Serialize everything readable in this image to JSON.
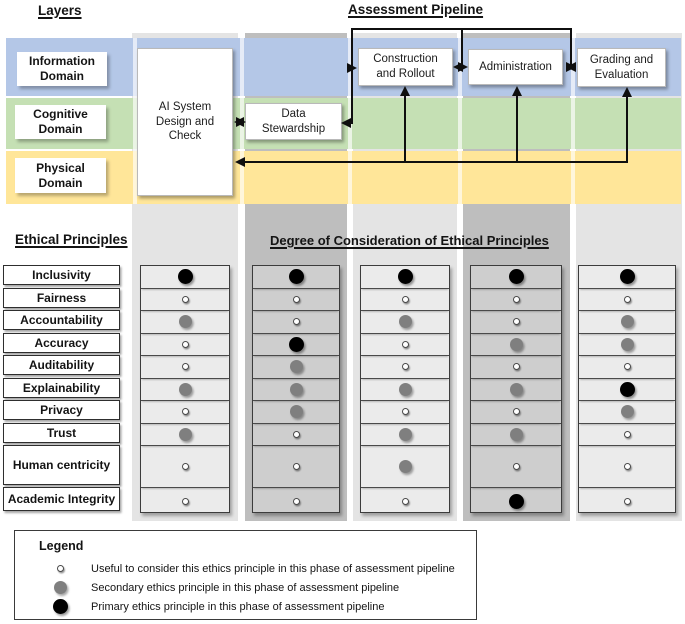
{
  "titles": {
    "layers": "Layers",
    "pipeline": "Assessment Pipeline",
    "principles": "Ethical Principles",
    "degree": "Degree of Consideration of Ethical Principles"
  },
  "domains": [
    {
      "name": "Information Domain",
      "band_color": "#b4c7e7"
    },
    {
      "name": "Cognitive Domain",
      "band_color": "#c5e0b4"
    },
    {
      "name": "Physical Domain",
      "band_color": "#ffe699"
    }
  ],
  "pipeline": {
    "ai_system": "AI System Design and Check",
    "data_stewardship": "Data Stewardship",
    "stages": [
      "Construction and Rollout",
      "Administration",
      "Grading and Evaluation"
    ]
  },
  "matrix": {
    "row_labels": [
      "Inclusivity",
      "Fairness",
      "Accountability",
      "Accuracy",
      "Auditability",
      "Explainability",
      "Privacy",
      "Trust",
      "Human centricity",
      "Academic Integrity"
    ],
    "column_phases": [
      "AI System Design and Check",
      "Data Stewardship",
      "Construction and Rollout",
      "Administration",
      "Grading and Evaluation"
    ],
    "dot_levels": {
      "U": "useful",
      "S": "secondary",
      "P": "primary"
    },
    "cells": [
      [
        "P",
        "P",
        "P",
        "P",
        "P"
      ],
      [
        "U",
        "U",
        "U",
        "U",
        "U"
      ],
      [
        "S",
        "U",
        "S",
        "U",
        "S"
      ],
      [
        "U",
        "P",
        "U",
        "S",
        "S"
      ],
      [
        "U",
        "S",
        "U",
        "U",
        "U"
      ],
      [
        "S",
        "S",
        "S",
        "S",
        "P"
      ],
      [
        "U",
        "S",
        "U",
        "U",
        "S"
      ],
      [
        "S",
        "U",
        "S",
        "S",
        "U"
      ],
      [
        "U",
        "U",
        "S",
        "U",
        "U"
      ],
      [
        "U",
        "U",
        "U",
        "P",
        "U"
      ]
    ]
  },
  "legend": {
    "title": "Legend",
    "items": [
      {
        "level": "useful",
        "label": "Useful to consider this ethics principle in this phase of assessment pipeline"
      },
      {
        "level": "secondary",
        "label": "Secondary ethics principle in this phase of assessment pipeline"
      },
      {
        "level": "primary",
        "label": "Primary ethics principle in this phase of assessment pipeline"
      }
    ]
  },
  "colors": {
    "band_blue": "#b4c7e7",
    "band_green": "#c5e0b4",
    "band_yellow": "#ffe699",
    "strip_light": "#e4e4e4",
    "strip_dark": "#bebebe",
    "dot_primary": "#000000",
    "dot_secondary": "#7f7f7f",
    "dot_useful_border": "#4a4a4a"
  }
}
